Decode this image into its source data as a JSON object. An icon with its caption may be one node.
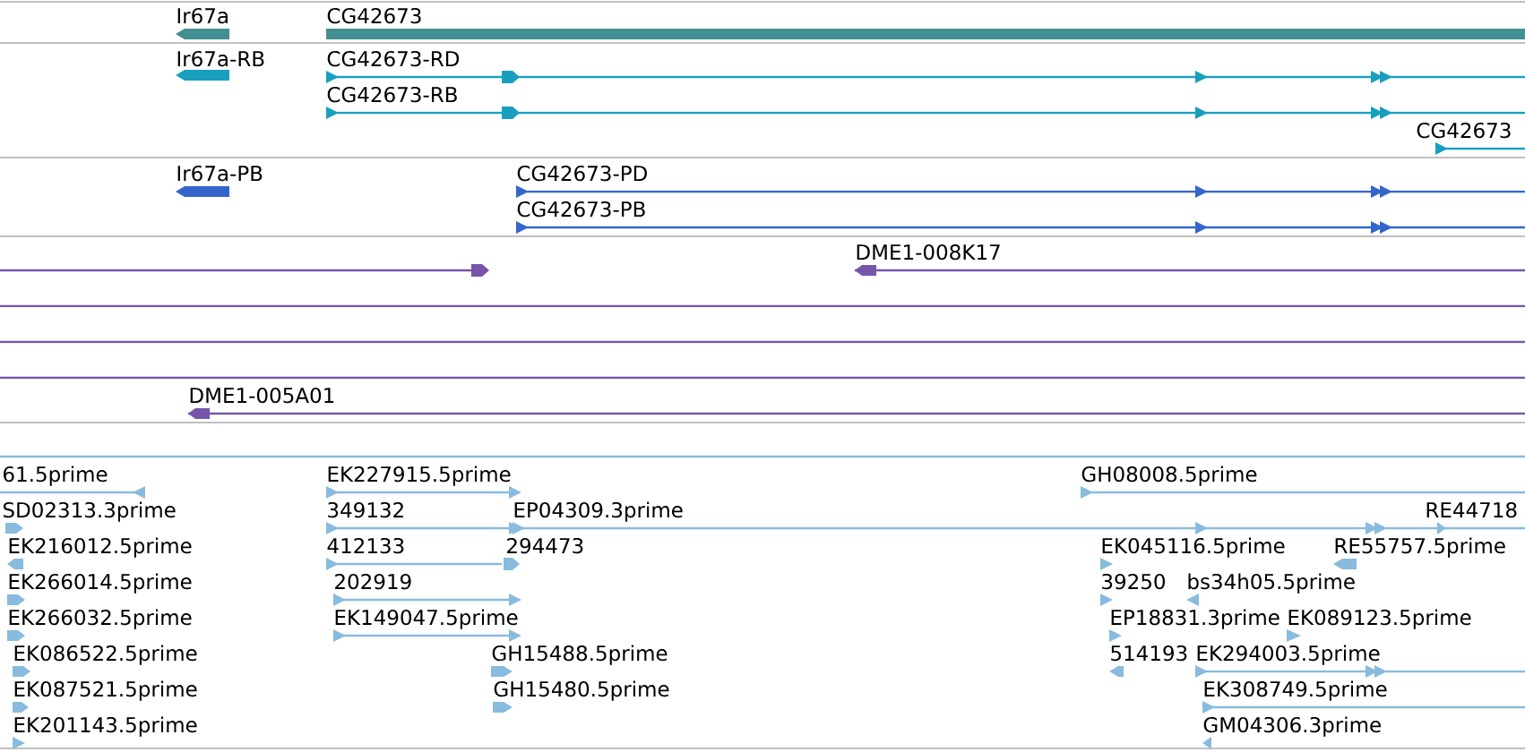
{
  "diagram": {
    "labels": [
      "Ir67a",
      "CG42673",
      "Ir67a-RB",
      "CG42673-RD",
      "CG42673-RB",
      "CG42673",
      "Ir67a-PB",
      "CG42673-PD",
      "CG42673-PB",
      "DME1-008K17",
      "DME1-005A01",
      "61.5prime",
      "EK227915.5prime",
      "GH08008.5prime",
      "SD02313.3prime",
      "349132",
      "EP04309.3prime",
      "RE44718",
      "EK216012.5prime",
      "412133",
      "294473",
      "EK045116.5prime",
      "RE55757.5prime",
      "EK266014.5prime",
      "202919",
      "39250",
      "bs34h05.5prime",
      "EK266032.5prime",
      "EK149047.5prime",
      "EP18831.3prime",
      "EK089123.5prime",
      "EK086522.5prime",
      "GH15488.5prime",
      "514193",
      "EK294003.5prime",
      "EK087521.5prime",
      "GH15480.5prime",
      "EK308749.5prime",
      "EK201143.5prime",
      "GM04306.3prime"
    ]
  }
}
